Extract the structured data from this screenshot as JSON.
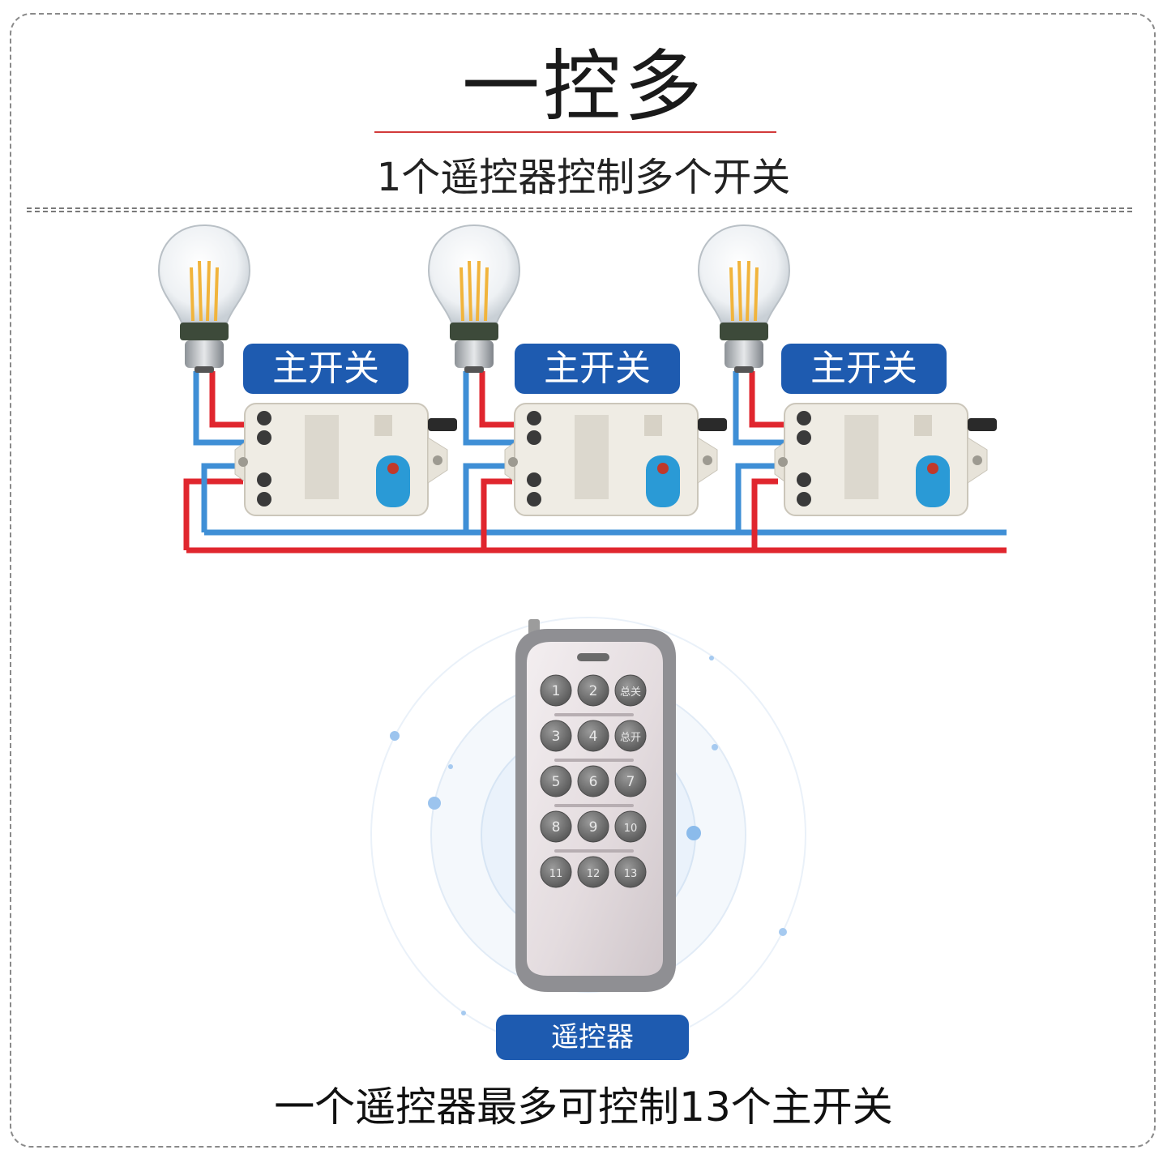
{
  "title": "一控多",
  "subtitle": "1个遥控器控制多个开关",
  "switch_label": "主开关",
  "remote": {
    "label": "遥控器",
    "buttons": [
      "1",
      "2",
      "总关",
      "3",
      "4",
      "总开",
      "5",
      "6",
      "7",
      "8",
      "9",
      "10",
      "11",
      "12",
      "13"
    ]
  },
  "footer": "一个遥控器最多可控制13个主开关",
  "colors": {
    "badge_blue": "#1e5bb0",
    "wire_red": "#e0262e",
    "wire_blue": "#3f8fd6",
    "title_rule": "#d23a3a"
  }
}
